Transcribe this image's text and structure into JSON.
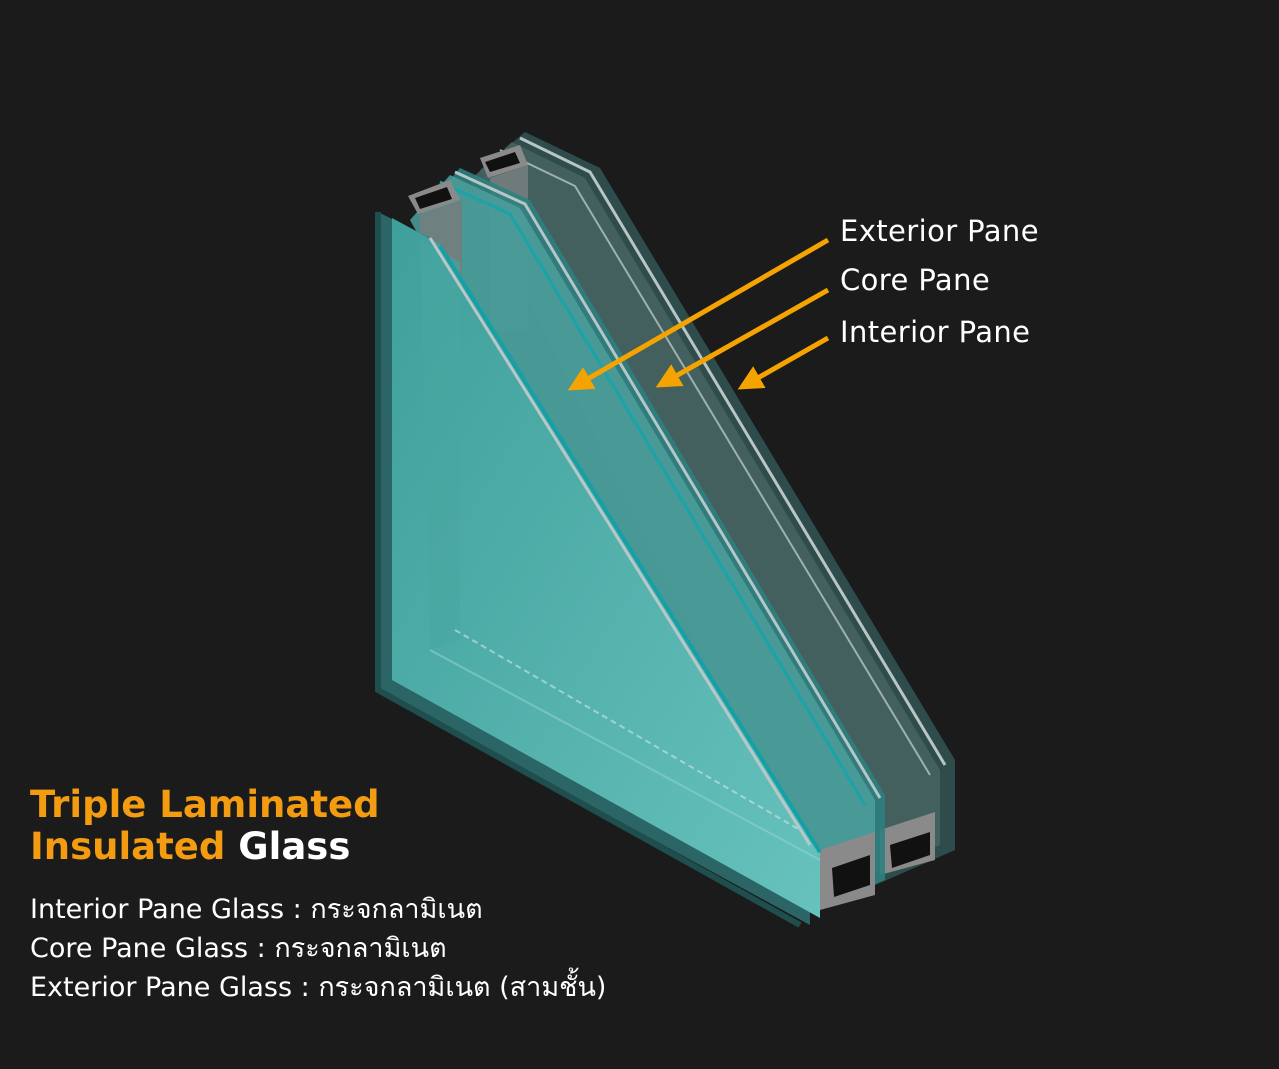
{
  "labels": {
    "exterior": "Exterior Pane",
    "core": "Core Pane",
    "interior": "Interior Pane"
  },
  "title": {
    "line1": "Triple Laminated",
    "line2_accent": "Insulated",
    "line2_white": "Glass"
  },
  "specs": [
    "Interior Pane Glass : กระจกลามิเนต",
    "Core Pane Glass : กระจกลามิเนต",
    "Exterior Pane Glass : กระจกลามิเนต (สามชั้น)"
  ],
  "colors": {
    "background": "#1b1b1b",
    "accent": "#f39c12",
    "glass_front": "#5fbcb6",
    "glass_back": "#3e5d5c"
  }
}
